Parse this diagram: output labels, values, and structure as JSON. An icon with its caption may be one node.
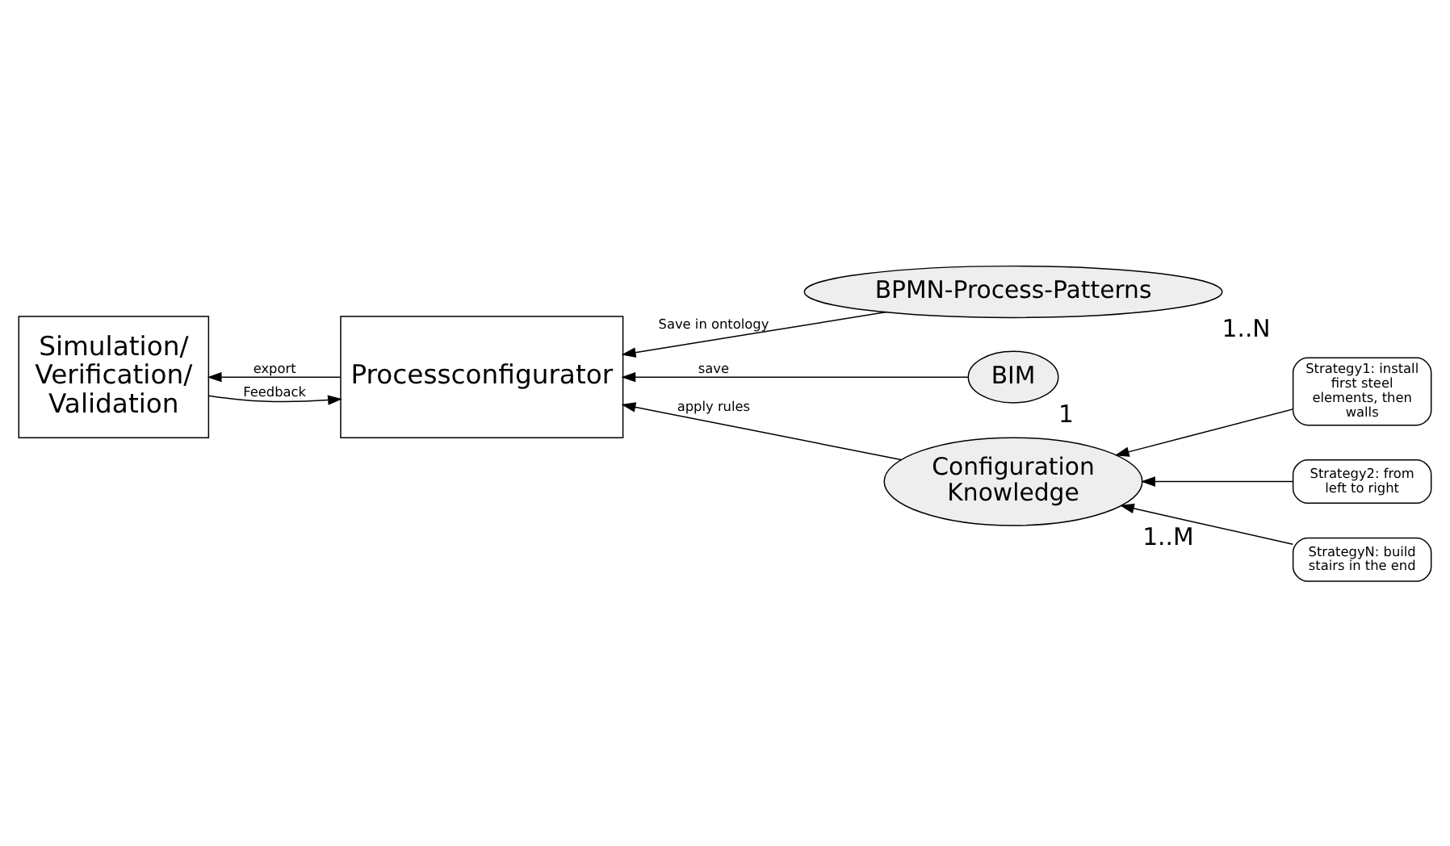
{
  "diagram": {
    "nodes": [
      {
        "text": [
          "Processconfigurator"
        ]
      },
      {
        "text": [
          "BPMN-Process-Patterns"
        ],
        "beside": [
          "1..N"
        ]
      },
      {
        "text": [
          "BIM"
        ],
        "beside": [
          "1"
        ]
      },
      {
        "text": [
          "Configuration Knowledge"
        ],
        "beside": [
          "1..M"
        ]
      },
      {
        "text": [
          "Simulation/ Verification/ Validation"
        ]
      },
      {
        "text": [
          "Strategy1: install first steel elements, then walls"
        ]
      },
      {
        "text": [
          "Strategy2: from left to right"
        ]
      },
      {
        "text": [
          "StrategyN: build stairs in the end"
        ]
      }
    ],
    "edges": [
      {
        "from": 1,
        "to": 0,
        "arrow": "to",
        "label": "Save in ontology"
      },
      {
        "from": 2,
        "to": 0,
        "arrow": "to",
        "label": "save"
      },
      {
        "from": 3,
        "to": 0,
        "arrow": "to",
        "label": "apply rules"
      },
      {
        "from": 0,
        "to": 4,
        "arrow": "to",
        "label": "export"
      },
      {
        "from": 4,
        "to": 0,
        "arrow": "to",
        "label": "Feedback"
      },
      {
        "from": 5,
        "to": 3,
        "arrow": "to"
      },
      {
        "from": 6,
        "to": 3,
        "arrow": "to"
      },
      {
        "from": 7,
        "to": 3,
        "arrow": "to"
      }
    ]
  }
}
